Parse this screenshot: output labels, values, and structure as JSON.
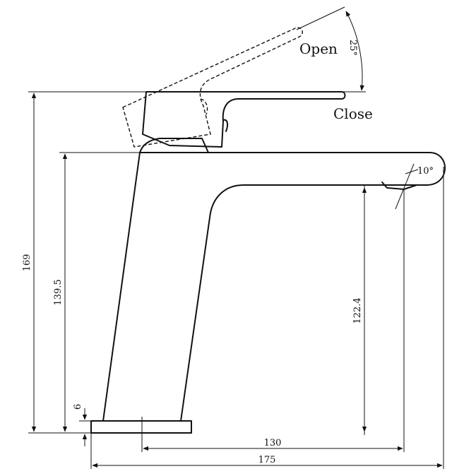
{
  "labels": {
    "open": "Open",
    "close": "Close",
    "angle_handle": "25°",
    "angle_outlet": "10°"
  },
  "dimensions": {
    "total_height": "169",
    "spout_height": "139.5",
    "outlet_height": "122.4",
    "base_thickness": "6",
    "reach": "130",
    "overall_length": "175"
  },
  "colors": {
    "ink": "#111111",
    "background": "#ffffff"
  }
}
